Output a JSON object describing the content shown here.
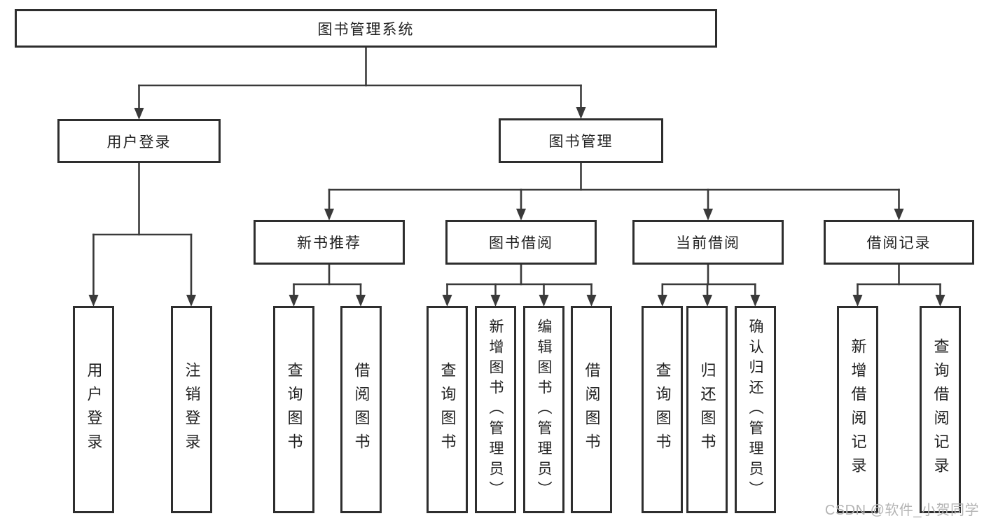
{
  "diagram_title": "图书管理系统",
  "tree": {
    "label": "图书管理系统",
    "children": [
      {
        "label": "用户登录",
        "children": [
          {
            "label": "用户登录"
          },
          {
            "label": "注销登录"
          }
        ]
      },
      {
        "label": "图书管理",
        "children": [
          {
            "label": "新书推荐",
            "children": [
              {
                "label": "查询图书"
              },
              {
                "label": "借阅图书"
              }
            ]
          },
          {
            "label": "图书借阅",
            "children": [
              {
                "label": "查询图书"
              },
              {
                "label": "新增图书（管理员）"
              },
              {
                "label": "编辑图书（管理员）"
              },
              {
                "label": "借阅图书"
              }
            ]
          },
          {
            "label": "当前借阅",
            "children": [
              {
                "label": "查询图书"
              },
              {
                "label": "归还图书"
              },
              {
                "label": "确认归还（管理员）"
              }
            ]
          },
          {
            "label": "借阅记录",
            "children": [
              {
                "label": "新增借阅记录"
              },
              {
                "label": "查询借阅记录"
              }
            ]
          }
        ]
      }
    ]
  },
  "watermark": {
    "text": "CSDN @软件_小贺同学"
  },
  "colors": {
    "line": "#3a3a3a",
    "box_border": "#2e2e2e",
    "text": "#222222",
    "background": "#ffffff",
    "watermark": "#b4b4b4"
  }
}
